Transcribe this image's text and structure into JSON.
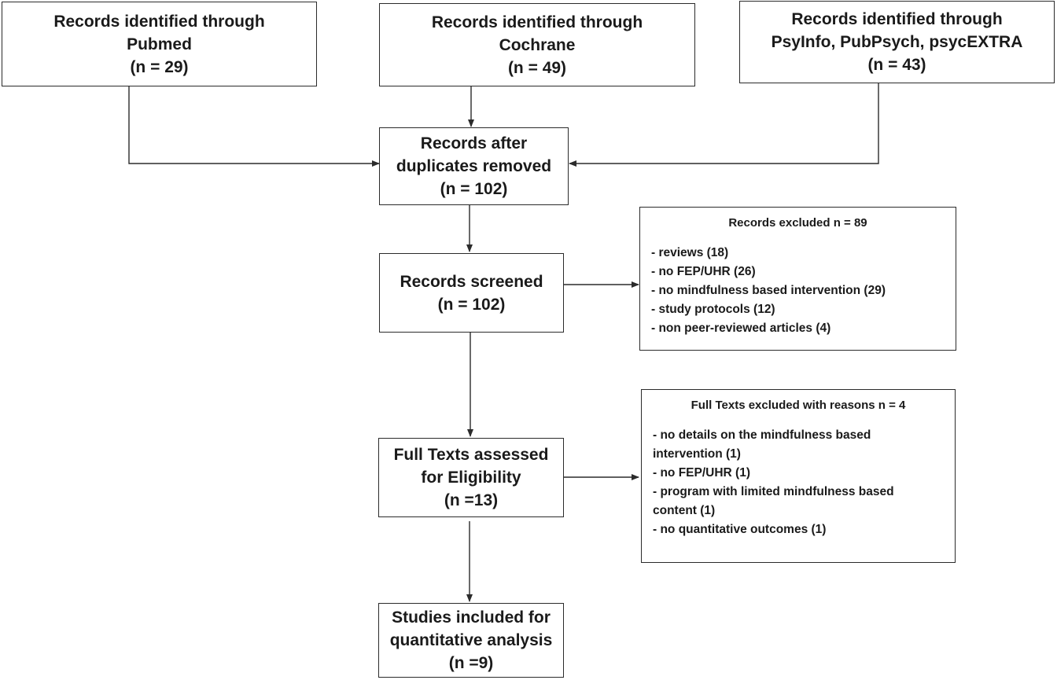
{
  "sources": {
    "pubmed": {
      "line1": "Records identified through",
      "line2": "Pubmed",
      "count": "(n = 29)"
    },
    "cochrane": {
      "line1": "Records identified through",
      "line2": "Cochrane",
      "count": "(n = 49)"
    },
    "psycinfo": {
      "line1": "Records identified through",
      "line2": "PsyInfo, PubPsych, psycEXTRA",
      "count": "(n = 43)"
    }
  },
  "duplicates_removed": {
    "line1": "Records after",
    "line2": "duplicates removed",
    "count": "(n = 102)"
  },
  "screened": {
    "line1": "Records screened",
    "count": "(n = 102)"
  },
  "records_excluded": {
    "title": "Records excluded n = 89",
    "reasons": [
      "- reviews (18)",
      "- no FEP/UHR  (26)",
      "- no mindfulness based intervention (29)",
      "- study protocols (12)",
      "- non peer-reviewed articles (4)"
    ]
  },
  "full_texts": {
    "line1": "Full Texts assessed",
    "line2": "for Eligibility",
    "count": "(n =13)"
  },
  "full_texts_excluded": {
    "title": "Full Texts excluded with reasons n = 4",
    "reasons": [
      "- no details on the mindfulness based",
      "intervention (1)",
      "- no FEP/UHR (1)",
      "- program with limited mindfulness based",
      "content (1)",
      "- no quantitative outcomes (1)"
    ]
  },
  "included": {
    "line1": "Studies included for",
    "line2": "quantitative analysis",
    "count": "(n =9)"
  }
}
